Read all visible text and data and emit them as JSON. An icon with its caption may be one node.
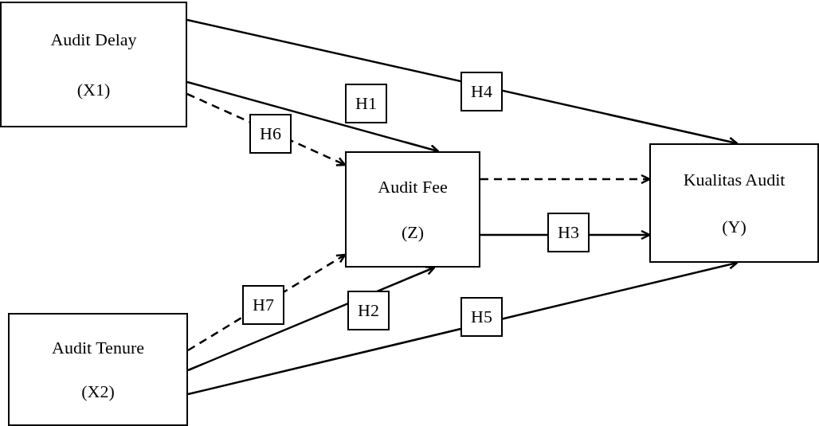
{
  "diagram": {
    "nodes": [
      {
        "text": [
          "Audit Delay",
          "(X1)"
        ]
      },
      {
        "text": [
          "Audit Tenure",
          "(X2)"
        ]
      },
      {
        "text": [
          "Audit Fee",
          "(Z)"
        ]
      },
      {
        "text": [
          "Kualitas Audit",
          "(Y)"
        ]
      }
    ],
    "edges": [
      {
        "from": 0,
        "to": 3,
        "arrow": "to",
        "label": "H4"
      },
      {
        "from": 0,
        "to": 2,
        "arrow": "to",
        "label": "H1"
      },
      {
        "from": 0,
        "to": 2,
        "arrow": "to",
        "label": "H6",
        "style": "dashed"
      },
      {
        "from": 2,
        "to": 3,
        "arrow": "to",
        "style": "dashed"
      },
      {
        "from": 2,
        "to": 3,
        "arrow": "to",
        "label": "H3"
      },
      {
        "from": 1,
        "to": 2,
        "arrow": "to",
        "label": "H7",
        "style": "dashed"
      },
      {
        "from": 1,
        "to": 2,
        "arrow": "to",
        "label": "H2"
      },
      {
        "from": 1,
        "to": 3,
        "arrow": "to",
        "label": "H5"
      }
    ]
  }
}
